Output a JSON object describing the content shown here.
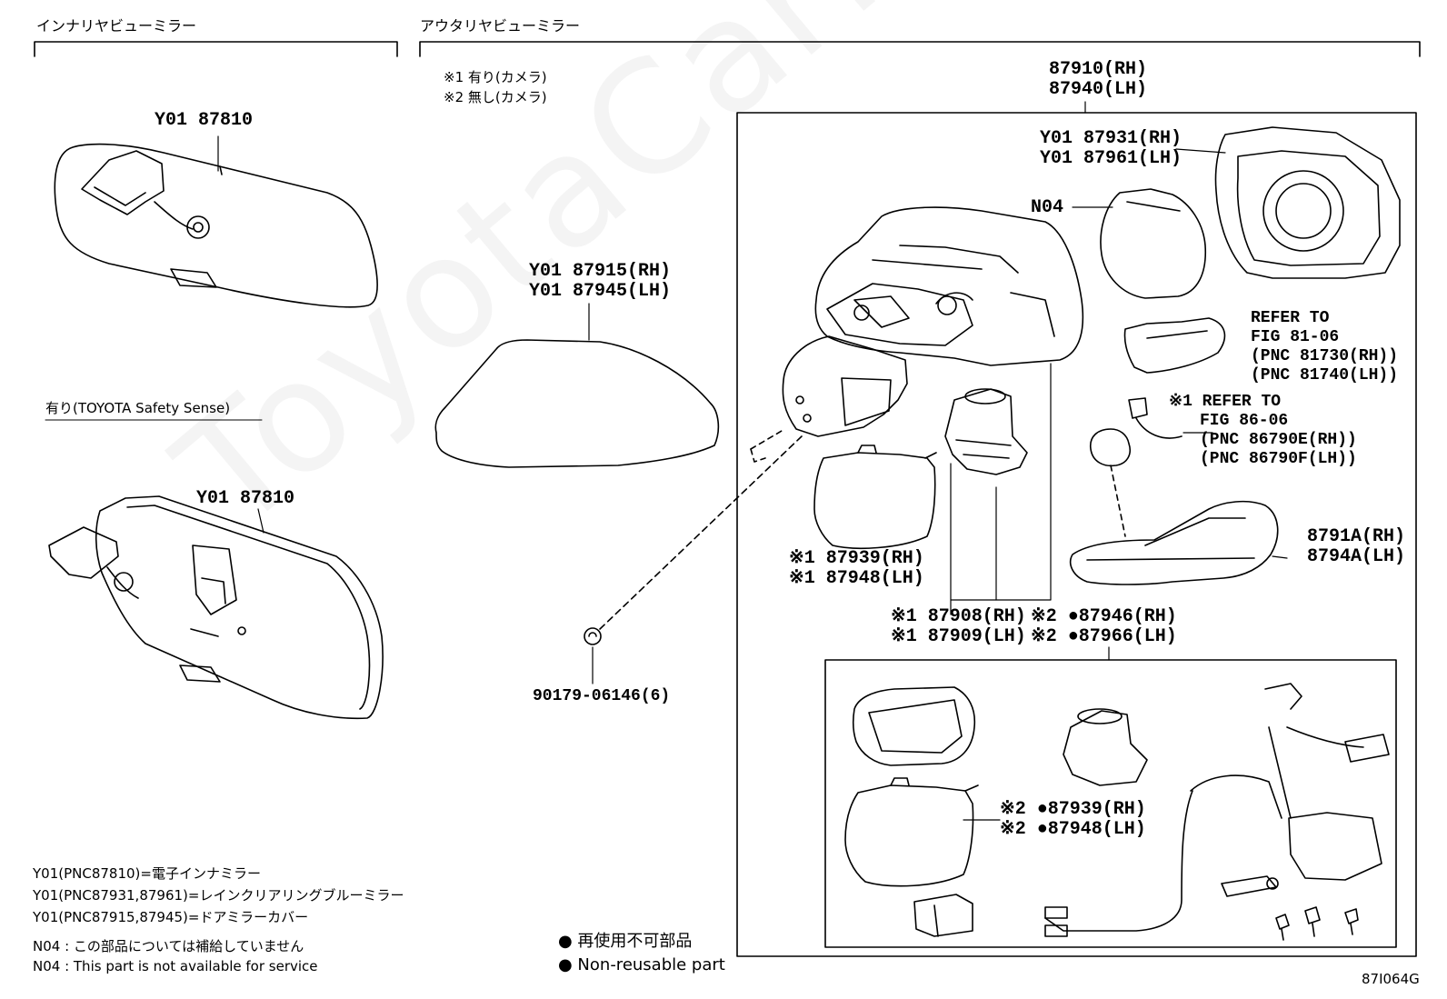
{
  "headers": {
    "inner": "インナリヤビューミラー",
    "outer": "アウタリヤビューミラー"
  },
  "camera_notes": {
    "note1": "※1 有り(カメラ)",
    "note2": "※2 無し(カメラ)"
  },
  "inner_section": {
    "top_part": "Y01 87810",
    "subheading": "有り(TOYOTA Safety Sense)",
    "bottom_part": "Y01 87810"
  },
  "mirror_cover": {
    "rh": "Y01 87915(RH)",
    "lh": "Y01 87945(LH)"
  },
  "clip": "90179-06146(6)",
  "assembly": {
    "rh": "87910(RH)",
    "lh": "87940(LH)"
  },
  "mirror_glass": {
    "rh": "Y01 87931(RH)",
    "lh": "Y01 87961(LH)"
  },
  "n04_label": "N04",
  "refer_81": {
    "line1": "REFER TO",
    "line2": "FIG 81-06",
    "line3": "(PNC 81730(RH))",
    "line4": "(PNC 81740(LH))"
  },
  "refer_86": {
    "line1": "※1 REFER TO",
    "line2": "FIG 86-06",
    "line3": "(PNC 86790E(RH))",
    "line4": "(PNC 86790F(LH))"
  },
  "lower_cover": {
    "rh": "8791A(RH)",
    "lh": "8794A(LH)"
  },
  "cam_cover": {
    "rh": "※1 87939(RH)",
    "lh": "※1 87948(LH)"
  },
  "sub_assy": {
    "rh": "※1 87908(RH)",
    "lh": "※1 87909(LH)"
  },
  "nonreuse_assy": {
    "rh": "※2 ●87946(RH)",
    "lh": "※2 ●87966(LH)"
  },
  "nonreuse_cover": {
    "rh": "※2 ●87939(RH)",
    "lh": "※2 ●87948(LH)"
  },
  "footnotes": {
    "y01_a": "Y01(PNC87810)=電子インナミラー",
    "y01_b": "Y01(PNC87931,87961)=レインクリアリングブルーミラー",
    "y01_c": "Y01(PNC87915,87945)=ドアミラーカバー",
    "n04_jp": "N04 :  この部品については補給していません",
    "n04_en": "N04 :  This part is not available for service"
  },
  "legend": {
    "jp": "● 再使用不可部品",
    "en": "● Non-reusable part"
  },
  "figure_code": "87I064G",
  "watermark": "ToyotaCarFile.ru"
}
